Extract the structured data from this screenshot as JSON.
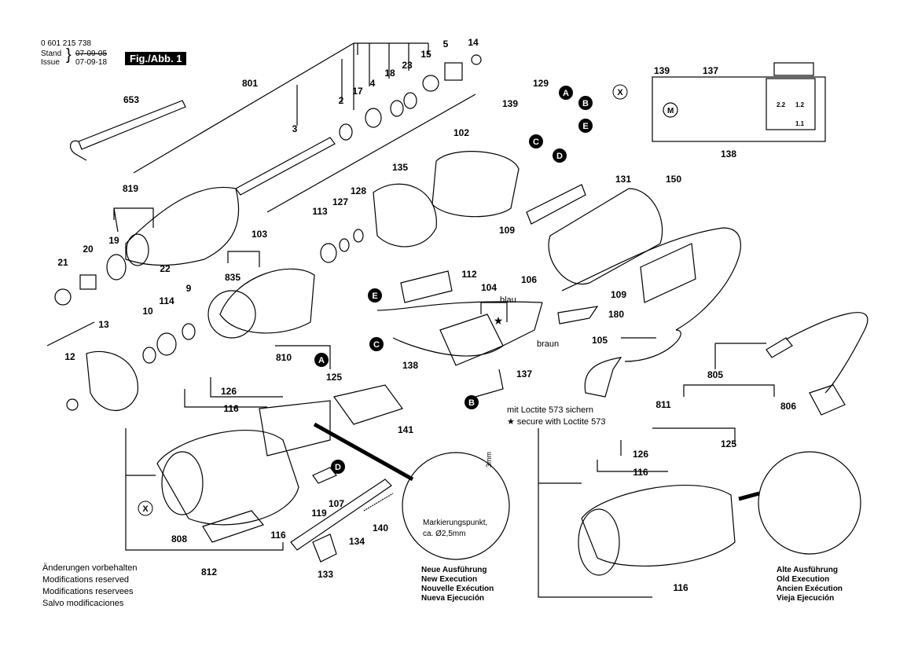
{
  "header": {
    "part_no": "0 601 215 738",
    "stand_label": "Stand",
    "issue_label": "Issue",
    "stand_date": "07-09-05",
    "issue_date": "07-09-18",
    "fig": "Fig./Abb. 1"
  },
  "labels": [
    {
      "id": "653",
      "t": "653"
    },
    {
      "id": "801",
      "t": "801"
    },
    {
      "id": "3",
      "t": "3"
    },
    {
      "id": "2",
      "t": "2"
    },
    {
      "id": "17",
      "t": "17"
    },
    {
      "id": "4",
      "t": "4"
    },
    {
      "id": "18",
      "t": "18"
    },
    {
      "id": "23",
      "t": "23"
    },
    {
      "id": "15",
      "t": "15"
    },
    {
      "id": "5",
      "t": "5"
    },
    {
      "id": "14",
      "t": "14"
    },
    {
      "id": "819",
      "t": "819"
    },
    {
      "id": "19",
      "t": "19"
    },
    {
      "id": "20",
      "t": "20"
    },
    {
      "id": "21",
      "t": "21"
    },
    {
      "id": "22",
      "t": "22"
    },
    {
      "id": "103",
      "t": "103"
    },
    {
      "id": "835",
      "t": "835"
    },
    {
      "id": "113",
      "t": "113"
    },
    {
      "id": "127",
      "t": "127"
    },
    {
      "id": "128",
      "t": "128"
    },
    {
      "id": "135",
      "t": "135"
    },
    {
      "id": "102",
      "t": "102"
    },
    {
      "id": "139a",
      "t": "139"
    },
    {
      "id": "129",
      "t": "129"
    },
    {
      "id": "131",
      "t": "131"
    },
    {
      "id": "150",
      "t": "150"
    },
    {
      "id": "109a",
      "t": "109"
    },
    {
      "id": "109b",
      "t": "109"
    },
    {
      "id": "106",
      "t": "106"
    },
    {
      "id": "112",
      "t": "112"
    },
    {
      "id": "104",
      "t": "104"
    },
    {
      "id": "180",
      "t": "180"
    },
    {
      "id": "138a",
      "t": "138"
    },
    {
      "id": "137a",
      "t": "137"
    },
    {
      "id": "105",
      "t": "105"
    },
    {
      "id": "9",
      "t": "9"
    },
    {
      "id": "114",
      "t": "114"
    },
    {
      "id": "10",
      "t": "10"
    },
    {
      "id": "13",
      "t": "13"
    },
    {
      "id": "12",
      "t": "12"
    },
    {
      "id": "810",
      "t": "810"
    },
    {
      "id": "125a",
      "t": "125"
    },
    {
      "id": "126a",
      "t": "126"
    },
    {
      "id": "116a",
      "t": "116"
    },
    {
      "id": "141",
      "t": "141"
    },
    {
      "id": "107",
      "t": "107"
    },
    {
      "id": "119",
      "t": "119"
    },
    {
      "id": "140",
      "t": "140"
    },
    {
      "id": "134",
      "t": "134"
    },
    {
      "id": "116b",
      "t": "116"
    },
    {
      "id": "808",
      "t": "808"
    },
    {
      "id": "812",
      "t": "812"
    },
    {
      "id": "133",
      "t": "133"
    },
    {
      "id": "139b",
      "t": "139"
    },
    {
      "id": "137b",
      "t": "137"
    },
    {
      "id": "138b",
      "t": "138"
    },
    {
      "id": "805",
      "t": "805"
    },
    {
      "id": "811",
      "t": "811"
    },
    {
      "id": "806",
      "t": "806"
    },
    {
      "id": "126b",
      "t": "126"
    },
    {
      "id": "125b",
      "t": "125"
    },
    {
      "id": "116c",
      "t": "116"
    },
    {
      "id": "116d",
      "t": "116"
    },
    {
      "id": "blau",
      "t": "blau"
    },
    {
      "id": "braun",
      "t": "braun"
    },
    {
      "id": "3mm",
      "t": "3mm"
    },
    {
      "id": "c22",
      "t": "2.2"
    },
    {
      "id": "c12",
      "t": "1.2"
    },
    {
      "id": "c11",
      "t": "1.1"
    },
    {
      "id": "M",
      "t": "M"
    }
  ],
  "markers": [
    {
      "id": "mA1",
      "t": "A"
    },
    {
      "id": "mB1",
      "t": "B"
    },
    {
      "id": "mX1",
      "t": "X"
    },
    {
      "id": "mE1",
      "t": "E"
    },
    {
      "id": "mC1",
      "t": "C"
    },
    {
      "id": "mD1",
      "t": "D"
    },
    {
      "id": "mE2",
      "t": "E"
    },
    {
      "id": "mC2",
      "t": "C"
    },
    {
      "id": "mB2",
      "t": "B"
    },
    {
      "id": "mA2",
      "t": "A"
    },
    {
      "id": "mD2",
      "t": "D"
    },
    {
      "id": "mX2",
      "t": "X"
    }
  ],
  "loctite": {
    "de": "mit Loctite 573 sichern",
    "en": "secure with Loctite 573"
  },
  "marking": {
    "line1": "Markierungspunkt,",
    "line2": "ca. Ø2,5mm"
  },
  "modifications": [
    "Änderungen vorbehalten",
    "Modifications reserved",
    "Modifications reservees",
    "Salvo modificaciones"
  ],
  "new_execution": [
    "Neue Ausführung",
    "New Execution",
    "Nouvelle Exécution",
    "Nueva Ejecución"
  ],
  "old_execution": [
    "Alte Ausführung",
    "Old Execution",
    "Ancien Exécution",
    "Vieja Ejecución"
  ]
}
